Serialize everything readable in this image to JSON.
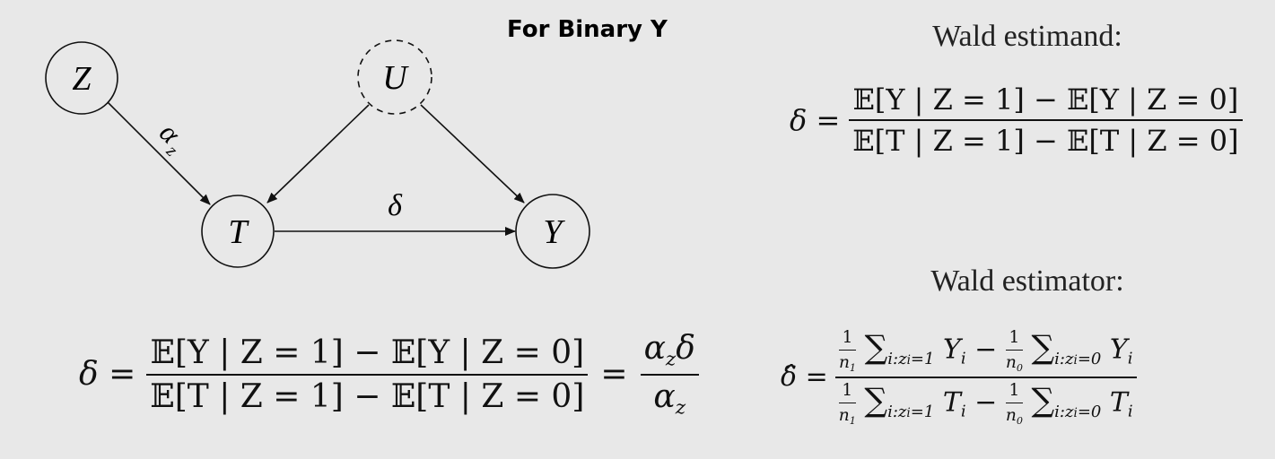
{
  "heading": "For Binary Y",
  "diagram": {
    "nodes": [
      {
        "id": "Z",
        "label": "Z",
        "style": "solid"
      },
      {
        "id": "U",
        "label": "U",
        "style": "dashed"
      },
      {
        "id": "T",
        "label": "T",
        "style": "solid"
      },
      {
        "id": "Y",
        "label": "Y",
        "style": "solid"
      }
    ],
    "edges": [
      {
        "from": "Z",
        "to": "T",
        "label": "αz"
      },
      {
        "from": "U",
        "to": "T",
        "label": ""
      },
      {
        "from": "U",
        "to": "Y",
        "label": ""
      },
      {
        "from": "T",
        "to": "Y",
        "label": "δ"
      }
    ],
    "edge_label_zt": "α",
    "edge_label_zt_sub": "z",
    "edge_label_ty": "δ"
  },
  "estimand": {
    "title": "Wald estimand:",
    "lhs": "δ =",
    "numerator": "𝔼[Y | Z = 1] − 𝔼[Y | Z = 0]",
    "denominator": "𝔼[T | Z = 1] − 𝔼[T | Z = 0]"
  },
  "estimator": {
    "title": "Wald estimator:",
    "lhs": "δ̂ =",
    "numerator": {
      "term1_frac_num": "1",
      "term1_frac_den": "n",
      "term1_frac_den_sub": "1",
      "term1_sum_sub": "i:z",
      "term1_sum_sub2": "i",
      "term1_sum_sub3": "=1",
      "term1_var": "Y",
      "term1_var_sub": "i",
      "minus": "−",
      "term2_frac_num": "1",
      "term2_frac_den": "n",
      "term2_frac_den_sub": "0",
      "term2_sum_sub": "i:z",
      "term2_sum_sub2": "i",
      "term2_sum_sub3": "=0",
      "term2_var": "Y",
      "term2_var_sub": "i"
    },
    "denominator": {
      "term1_var": "T",
      "term1_var_sub": "i",
      "term2_var": "T",
      "term2_var_sub": "i"
    }
  },
  "bottom_formula": {
    "lhs": "δ =",
    "numerator": "𝔼[Y | Z = 1] − 𝔼[Y | Z = 0]",
    "denominator": "𝔼[T | Z = 1] − 𝔼[T | Z = 0]",
    "equals": "=",
    "ratio_num_a": "α",
    "ratio_num_a_sub": "z",
    "ratio_num_b": "δ",
    "ratio_den": "α",
    "ratio_den_sub": "z"
  }
}
